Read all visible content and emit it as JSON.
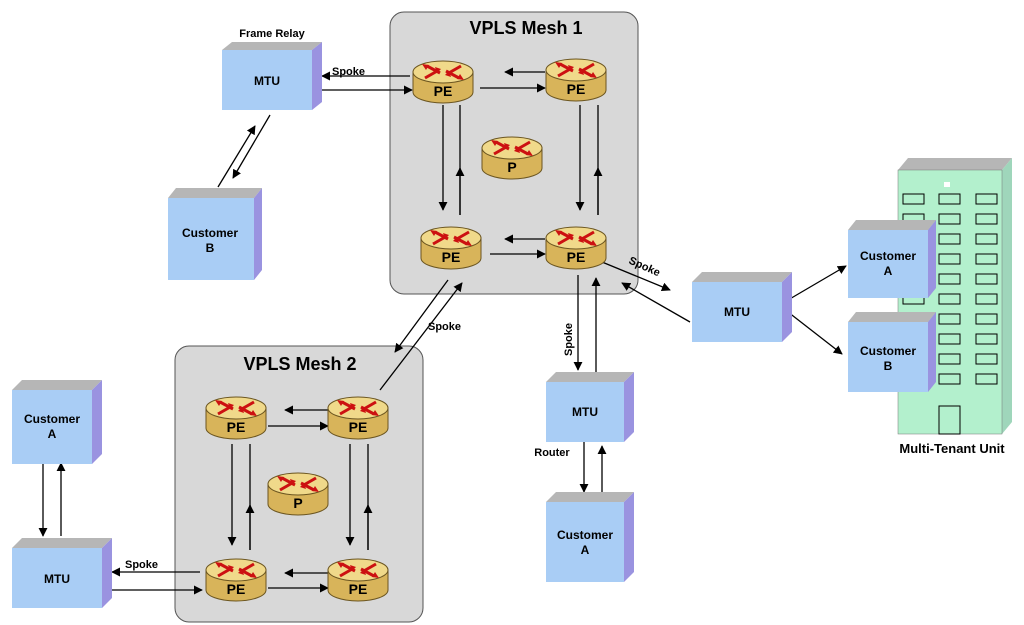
{
  "meshes": {
    "mesh1": {
      "title": "VPLS Mesh  1"
    },
    "mesh2": {
      "title": "VPLS Mesh  2"
    }
  },
  "router_labels": {
    "pe": "PE",
    "p": "P"
  },
  "devices": {
    "mtu_frame_relay": {
      "label": "MTU",
      "caption": "Frame Relay"
    },
    "customer_b_left": {
      "line1": "Customer",
      "line2": "B"
    },
    "mtu_right": {
      "label": "MTU"
    },
    "customer_a_right": {
      "line1": "Customer",
      "line2": "A"
    },
    "customer_b_right": {
      "line1": "Customer",
      "line2": "B"
    },
    "mtu_router": {
      "label": "MTU",
      "caption": "Router"
    },
    "customer_a_bottom": {
      "line1": "Customer",
      "line2": "A"
    },
    "customer_a_left": {
      "line1": "Customer",
      "line2": "A"
    },
    "mtu_left": {
      "label": "MTU"
    }
  },
  "spokes": {
    "top": "Spoke",
    "right": "Spoke",
    "middle": "Spoke",
    "vertical": "Spoke",
    "bottom_left": "Spoke"
  },
  "building": {
    "caption": "Multi-Tenant Unit"
  },
  "colors": {
    "mesh_fill": "#d8d8d8",
    "box_front": "#a9cdf5",
    "box_side": "#9a93e0",
    "box_top": "#b6b6b6",
    "router_body": "#d8b45a",
    "router_top": "#f0d98a",
    "router_arrows": "#cc1111",
    "building_fill": "#b3f0cd"
  }
}
